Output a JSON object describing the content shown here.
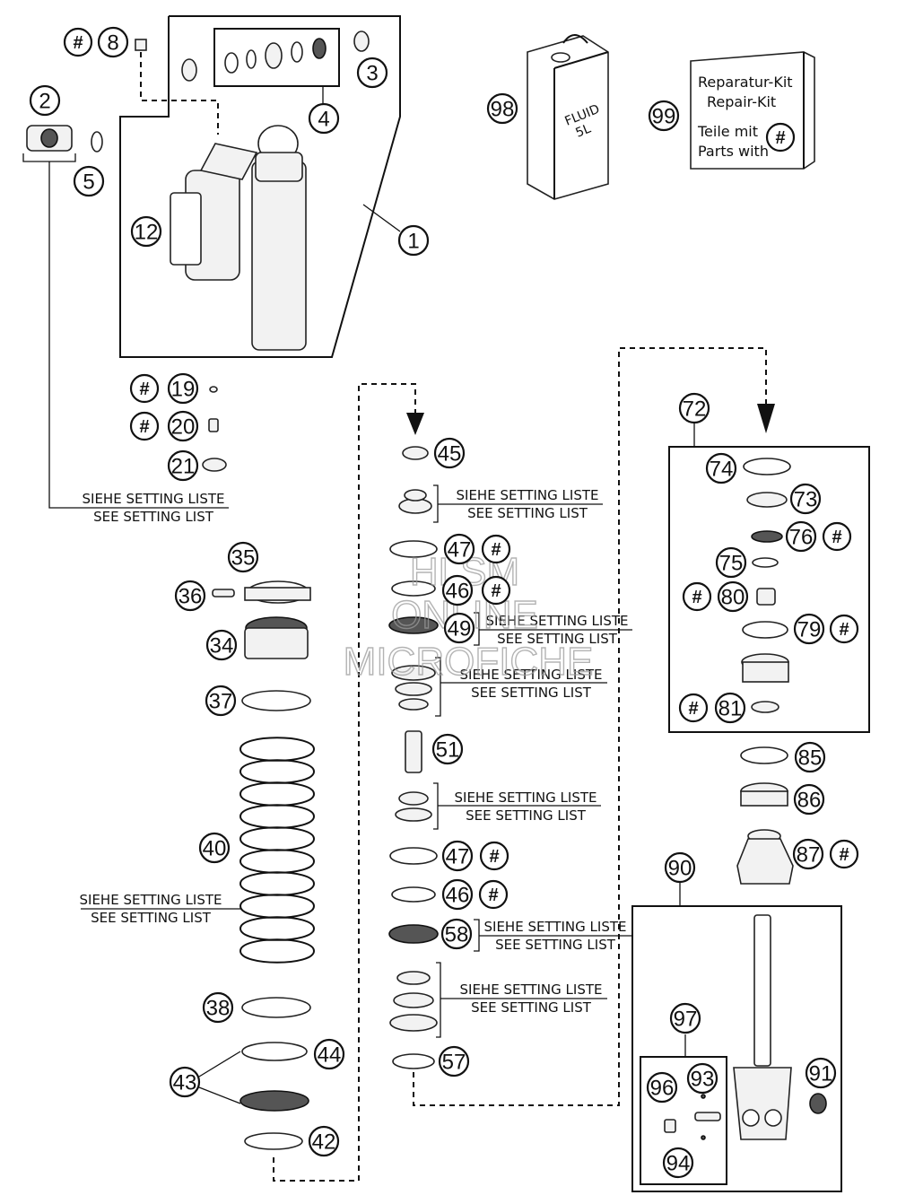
{
  "callouts": [
    "1",
    "2",
    "3",
    "4",
    "5",
    "8",
    "12",
    "19",
    "20",
    "21",
    "34",
    "35",
    "36",
    "37",
    "38",
    "40",
    "42",
    "43",
    "44",
    "45",
    "46",
    "47",
    "49",
    "51",
    "57",
    "58",
    "72",
    "73",
    "74",
    "75",
    "76",
    "79",
    "80",
    "81",
    "85",
    "86",
    "87",
    "90",
    "91",
    "93",
    "94",
    "96",
    "97",
    "98",
    "99"
  ],
  "hash_symbol": "#",
  "setting_note": {
    "de": "SIEHE SETTING LISTE",
    "en": "SEE SETTING LIST"
  },
  "repair_kit": {
    "title_de": "Reparatur-Kit",
    "title_en": "Repair-Kit",
    "line_de": "Teile mit",
    "line_en": "Parts with",
    "symbol": "#"
  },
  "fluid_can": {
    "label": "FLUID",
    "volume": "5L"
  },
  "watermark": {
    "line1": "HLSM",
    "line2": "ONLINE",
    "line3": "MICROFICHE"
  }
}
